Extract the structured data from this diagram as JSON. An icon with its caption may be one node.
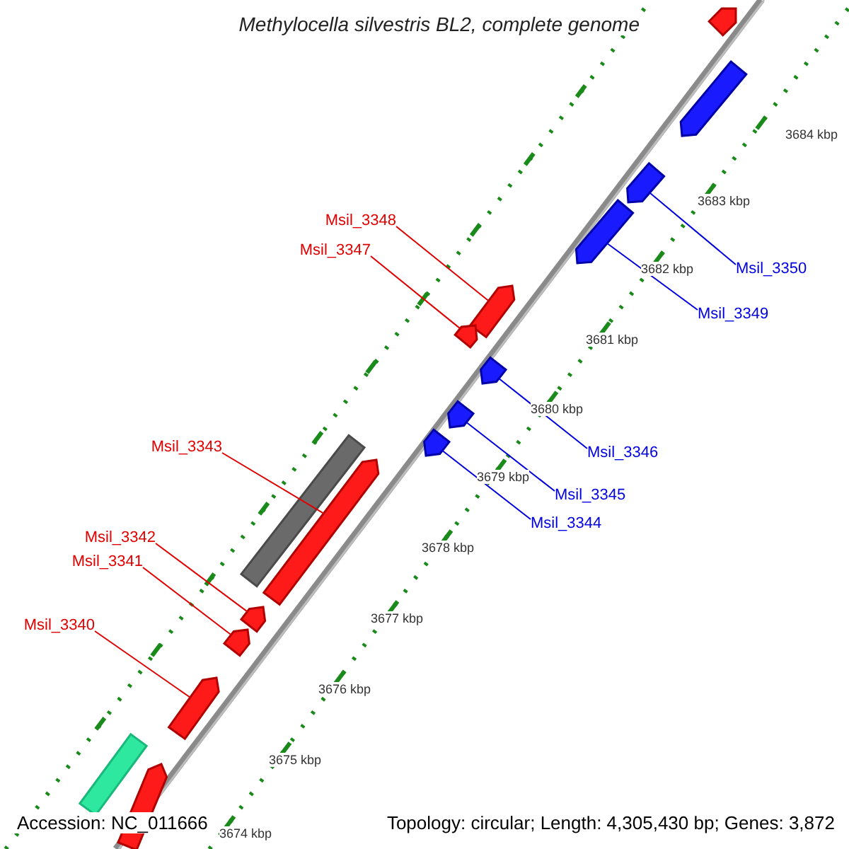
{
  "diagram": {
    "title": "Methylocella silvestris BL2, complete genome",
    "nodes": [
      {
        "text": [
          "Msil_3348"
        ]
      },
      {
        "text": [
          "Msil_3347"
        ]
      },
      {
        "text": [
          "Msil_3350"
        ]
      },
      {
        "text": [
          "Msil_3349"
        ]
      },
      {
        "text": [
          "Msil_3343"
        ]
      },
      {
        "text": [
          "Msil_3346"
        ]
      },
      {
        "text": [
          "Msil_3345"
        ]
      },
      {
        "text": [
          "Msil_3344"
        ]
      },
      {
        "text": [
          "Msil_3342"
        ]
      },
      {
        "text": [
          "Msil_3341"
        ]
      },
      {
        "text": [
          "Msil_3340"
        ]
      },
      {
        "text": [],
        "shape": "pentagon"
      },
      {
        "text": [],
        "shape": "pentagon"
      },
      {
        "text": [],
        "shape": "pentagon"
      },
      {
        "text": [],
        "shape": "pentagon"
      },
      {
        "text": [],
        "shape": "pentagon"
      },
      {
        "text": [],
        "shape": "pentagon"
      },
      {
        "text": [],
        "shape": "pentagon"
      },
      {
        "text": [],
        "shape": "pentagon"
      },
      {
        "text": [],
        "shape": "pentagon"
      },
      {
        "text": [],
        "shape": "bar"
      },
      {
        "text": [],
        "shape": "pentagon"
      },
      {
        "text": [],
        "shape": "pentagon"
      },
      {
        "text": [],
        "shape": "pentagon"
      },
      {
        "text": [],
        "shape": "pentagon"
      },
      {
        "text": [],
        "shape": "bar"
      },
      {
        "text": [],
        "shape": "pentagon"
      }
    ],
    "edges": [
      {
        "from": 0,
        "to": 15,
        "arrow": "none"
      },
      {
        "from": 1,
        "to": 16,
        "arrow": "none"
      },
      {
        "from": 2,
        "to": 13,
        "arrow": "none",
        "color": "#0000e0"
      },
      {
        "from": 3,
        "to": 14,
        "arrow": "none",
        "color": "#0000e0"
      },
      {
        "from": 4,
        "to": 21,
        "arrow": "none"
      },
      {
        "from": 5,
        "to": 17,
        "arrow": "none",
        "color": "#0000e0"
      },
      {
        "from": 6,
        "to": 18,
        "arrow": "none",
        "color": "#0000e0"
      },
      {
        "from": 7,
        "to": 19,
        "arrow": "none",
        "color": "#0000e0"
      },
      {
        "from": 8,
        "to": 22,
        "arrow": "none"
      },
      {
        "from": 9,
        "to": 23,
        "arrow": "none"
      },
      {
        "from": 10,
        "to": 24,
        "arrow": "none"
      }
    ],
    "labels": [
      "3684 kbp",
      "3683 kbp",
      "3682 kbp",
      "3681 kbp",
      "3680 kbp",
      "3679 kbp",
      "3678 kbp",
      "3677 kbp",
      "3676 kbp",
      "3675 kbp",
      "3674 kbp",
      "Accession: NC_011666",
      "Topology: circular; Length: 4,305,430 bp; Genes: 3,872"
    ]
  }
}
